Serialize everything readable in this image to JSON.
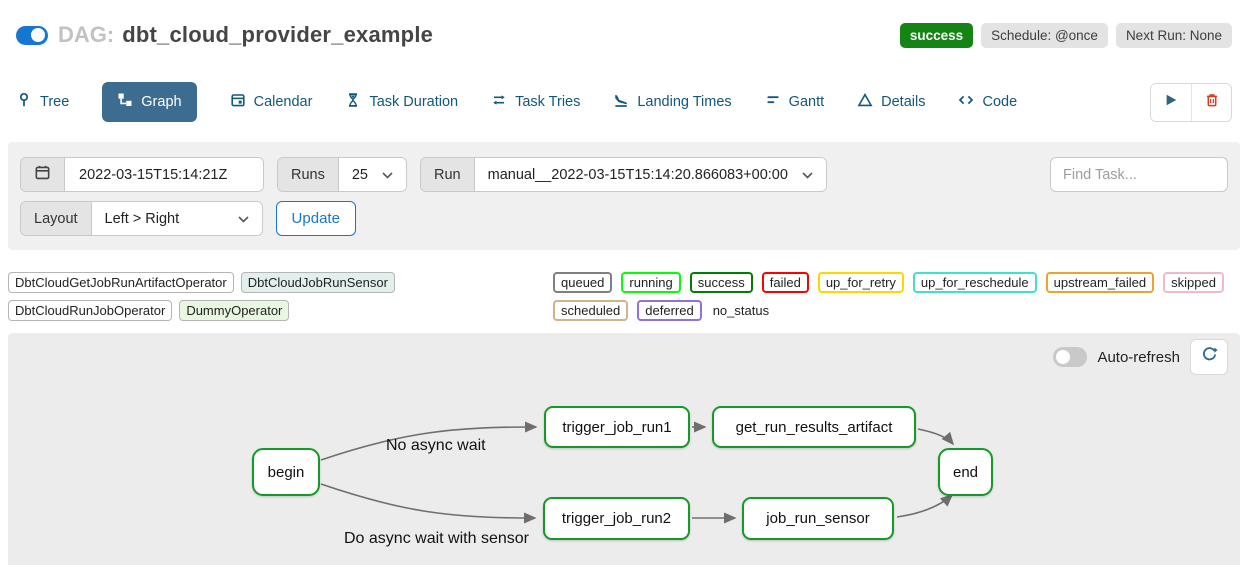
{
  "header": {
    "dag_prefix": "DAG:",
    "dag_name": "dbt_cloud_provider_example",
    "status_badge": "success",
    "schedule_badge": "Schedule: @once",
    "next_run_badge": "Next Run: None"
  },
  "tabs": {
    "items": [
      {
        "label": "Tree",
        "icon": "tree-icon",
        "active": false
      },
      {
        "label": "Graph",
        "icon": "graph-icon",
        "active": true
      },
      {
        "label": "Calendar",
        "icon": "calendar-icon",
        "active": false
      },
      {
        "label": "Task Duration",
        "icon": "hourglass-icon",
        "active": false
      },
      {
        "label": "Task Tries",
        "icon": "repeat-icon",
        "active": false
      },
      {
        "label": "Landing Times",
        "icon": "plane-landing-icon",
        "active": false
      },
      {
        "label": "Gantt",
        "icon": "gantt-icon",
        "active": false
      },
      {
        "label": "Details",
        "icon": "triangle-icon",
        "active": false
      },
      {
        "label": "Code",
        "icon": "code-icon",
        "active": false
      }
    ]
  },
  "filters": {
    "date_value": "2022-03-15T15:14:21Z",
    "runs_label": "Runs",
    "runs_value": "25",
    "run_label": "Run",
    "run_value": "manual__2022-03-15T15:14:20.866083+00:00",
    "find_task_placeholder": "Find Task...",
    "layout_label": "Layout",
    "layout_value": "Left > Right",
    "update_label": "Update"
  },
  "legend": {
    "operators": [
      {
        "label": "DbtCloudGetJobRunArtifactOperator",
        "fill": "#ffffff"
      },
      {
        "label": "DbtCloudJobRunSensor",
        "fill": "#e2f0ed"
      },
      {
        "label": "DbtCloudRunJobOperator",
        "fill": "#ffffff"
      },
      {
        "label": "DummyOperator",
        "fill": "#e9f6e2"
      }
    ],
    "statuses": [
      {
        "label": "queued",
        "color": "#808080"
      },
      {
        "label": "running",
        "color": "#00ff00"
      },
      {
        "label": "success",
        "color": "#008000"
      },
      {
        "label": "failed",
        "color": "#ff0000"
      },
      {
        "label": "up_for_retry",
        "color": "#ffd700"
      },
      {
        "label": "up_for_reschedule",
        "color": "#40e0d0"
      },
      {
        "label": "upstream_failed",
        "color": "#f0a22e"
      },
      {
        "label": "skipped",
        "color": "#f3b9ca"
      },
      {
        "label": "scheduled",
        "color": "#d2b48c"
      },
      {
        "label": "deferred",
        "color": "#9370db"
      },
      {
        "label": "no_status",
        "color": "none"
      }
    ]
  },
  "graph": {
    "auto_refresh_label": "Auto-refresh",
    "nodes": {
      "begin": "begin",
      "trigger1": "trigger_job_run1",
      "artifact": "get_run_results_artifact",
      "trigger2": "trigger_job_run2",
      "sensor": "job_run_sensor",
      "end": "end"
    },
    "edge_labels": {
      "top": "No async wait",
      "bottom": "Do async wait with sensor"
    }
  },
  "colors": {
    "accent_blue": "#1677d2",
    "active_tab_bg": "#3c6d90",
    "success_badge_green": "#148414",
    "node_border_green": "#149b27",
    "dummy_operator_fill": "#e9f6e2",
    "sensor_fill": "#e2f0ed",
    "trash_red": "#e03a21",
    "edge_gray": "#6e6e6e"
  }
}
